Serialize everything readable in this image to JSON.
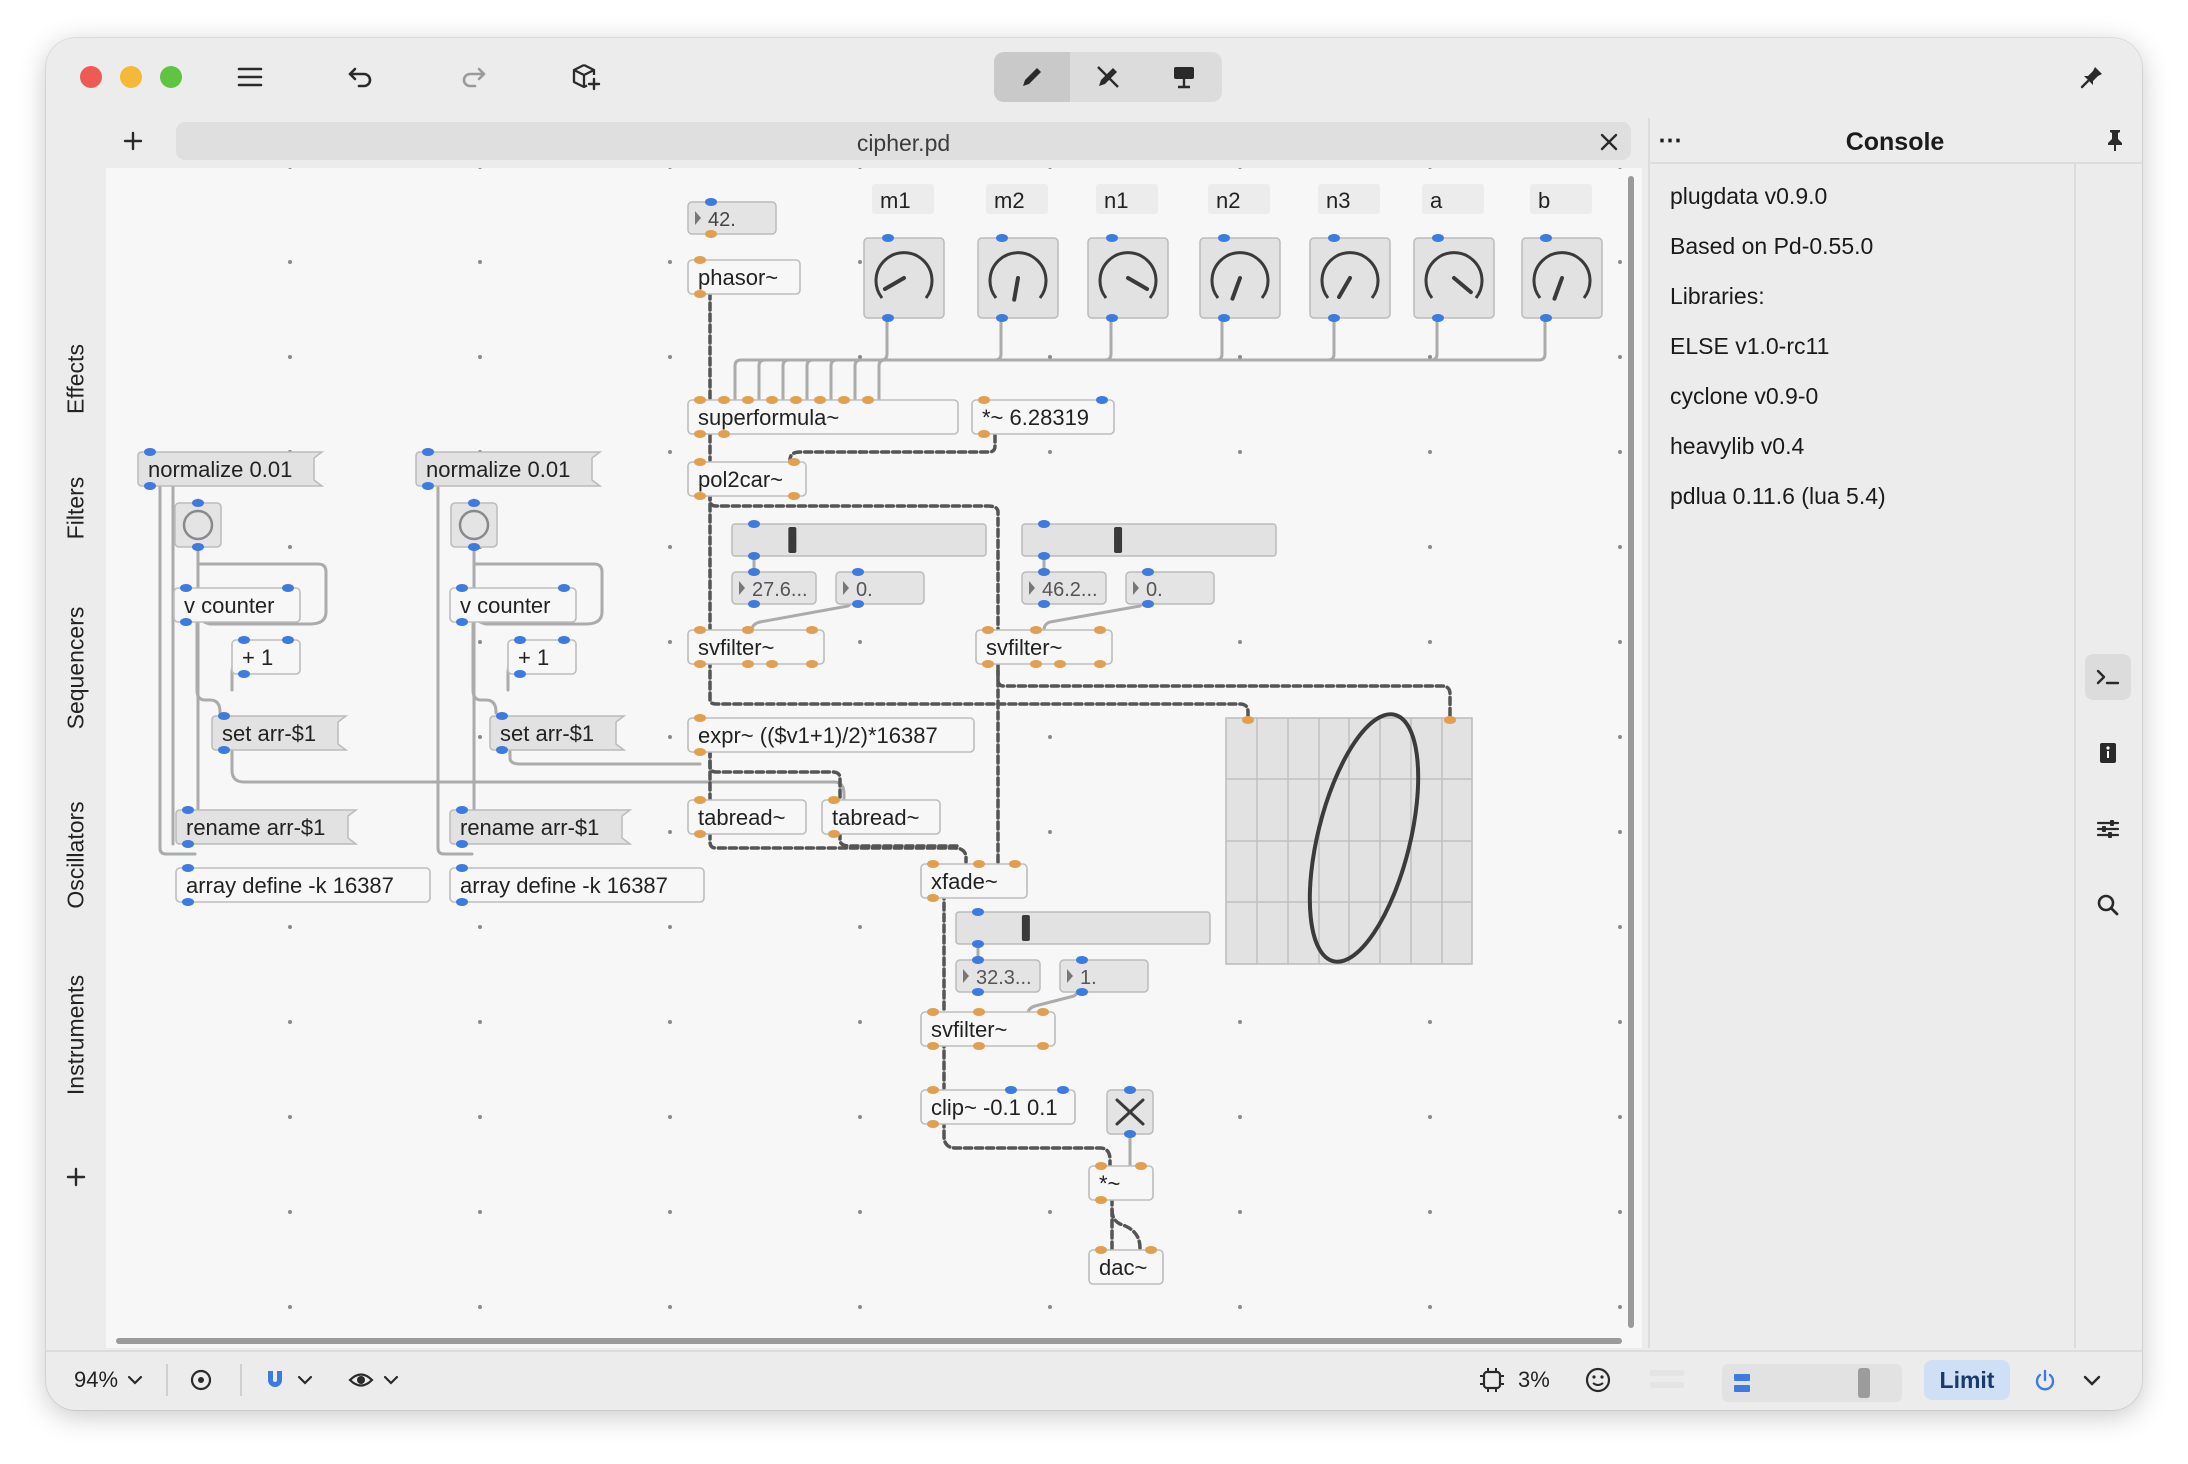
{
  "toolbar": {
    "icons": [
      "menu-icon",
      "undo-icon",
      "redo-icon",
      "add-object-icon",
      "edit-mode-icon",
      "run-mode-icon",
      "presentation-mode-icon",
      "plugin-icon"
    ]
  },
  "tab": {
    "title": "cipher.pd"
  },
  "left_sidebar": {
    "items": [
      "Effects",
      "Filters",
      "Sequencers",
      "Oscillators",
      "Instruments"
    ]
  },
  "console": {
    "title": "Console",
    "lines": [
      "plugdata v0.9.0",
      "Based on Pd-0.55.0",
      "Libraries:",
      "ELSE v1.0-rc11",
      "cyclone v0.9-0",
      "heavylib v0.4",
      "pdlua 0.11.6 (lua 5.4)"
    ]
  },
  "status": {
    "zoom": "94%",
    "cpu": "3%",
    "limit": "Limit"
  },
  "patch": {
    "knob_labels": [
      "m1",
      "m2",
      "n1",
      "n2",
      "n3",
      "a",
      "b"
    ],
    "objects": {
      "phasor": "phasor~",
      "superformula": "superformula~",
      "mul_twopi": "*~ 6.28319",
      "pol2car": "pol2car~",
      "svfilter_left": "svfilter~",
      "svfilter_right": "svfilter~",
      "expr": "expr~ (($v1+1)/2)*16387",
      "tabread_a": "tabread~",
      "tabread_b": "tabread~",
      "xfade": "xfade~",
      "svfilter_out": "svfilter~",
      "clip": "clip~ -0.1 0.1",
      "mul_out": "*~",
      "dac": "dac~",
      "normalize_left": "normalize 0.01",
      "normalize_right": "normalize 0.01",
      "counter_left": "v counter",
      "counter_right": "v counter",
      "plus_left": "+ 1",
      "plus_right": "+ 1",
      "set_left": "set arr-$1",
      "set_right": "set arr-$1",
      "rename_left": "rename arr-$1",
      "rename_right": "rename arr-$1",
      "array_left": "array define -k 16387",
      "array_right": "array define -k 16387"
    },
    "numbers": {
      "freq": "42.",
      "cutoff_left": "27.6...",
      "q_left": "0.",
      "cutoff_right": "46.2...",
      "q_right": "0.",
      "cutoff_out": "32.3...",
      "q_out": "1."
    },
    "sliders": {
      "left": 0.22,
      "right": 0.37,
      "out": 0.26
    },
    "colors": {
      "inlet": "#3d7be0",
      "signal": "#e0a050",
      "cable": "#a8a8a8",
      "signal_cable": "#555555"
    }
  }
}
